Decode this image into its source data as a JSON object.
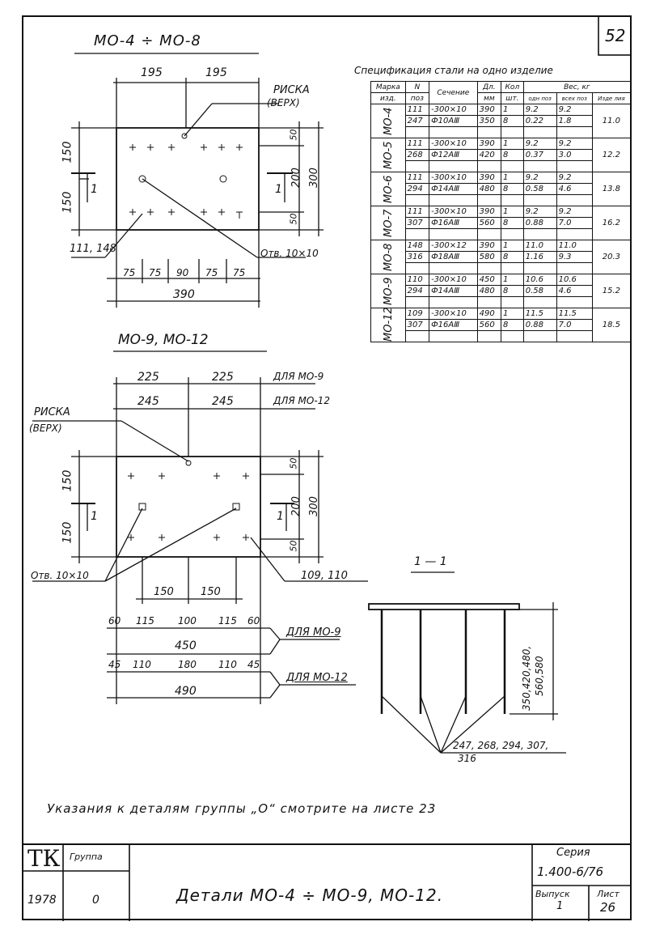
{
  "page_number": "52",
  "drawing1": {
    "title": "МО-4 ÷ МО-8",
    "dim_top_left": "195",
    "dim_top_right": "195",
    "riska": "РИСКА",
    "riska_sub": "(ВЕРХ)",
    "dim_150_top": "150",
    "dim_150_bottom": "150",
    "dim_50_top": "50",
    "dim_200": "200",
    "dim_300": "300",
    "dim_50_bottom": "50",
    "section_mark": "1",
    "section_mark_right": "1",
    "pos_label": "111, 148",
    "hole_label": "Отв. 10×10",
    "bottom_dims": [
      "75",
      "75",
      "90",
      "75",
      "75"
    ],
    "total_width": "390"
  },
  "drawing2": {
    "title": "МО-9, МО-12",
    "dim_225_left": "225",
    "dim_225_right": "225",
    "for_mo9": "ДЛЯ МО-9",
    "dim_245_left": "245",
    "dim_245_right": "245",
    "for_mo12": "ДЛЯ МО-12",
    "riska": "РИСКА",
    "riska_sub": "(ВЕРХ)",
    "dim_150_top": "150",
    "dim_150_bottom": "150",
    "dim_50_top": "50",
    "dim_200": "200",
    "dim_300": "300",
    "dim_50_bottom": "50",
    "section_mark": "1",
    "section_mark_right": "1",
    "hole_label": "Отв. 10×10",
    "pos_label": "109, 110",
    "inner_150_left": "150",
    "inner_150_right": "150",
    "row_mo9": [
      "60",
      "115",
      "100",
      "115",
      "60"
    ],
    "total_mo9": "450",
    "label_mo9": "ДЛЯ МО-9",
    "row_mo12": [
      "45",
      "110",
      "180",
      "110",
      "45"
    ],
    "total_mo12": "490",
    "label_mo12": "ДЛЯ МО-12"
  },
  "section": {
    "title": "1 — 1",
    "lengths": "350,420,480,",
    "lengths2": "560,580",
    "positions": "247, 268, 294, 307,",
    "positions2": "316"
  },
  "spec": {
    "title": "Спецификация стали на одно изделие",
    "headers": {
      "mark": "Марка",
      "mark2": "изд.",
      "n": "N",
      "n2": "поз",
      "section": "Сечение",
      "length": "Дл.",
      "length2": "мм",
      "qty": "Кол",
      "qty2": "шт.",
      "weight": "Вес, кг",
      "w_one": "одн поз",
      "w_all": "всех поз",
      "w_item": "Изде лия"
    },
    "groups": [
      {
        "mark": "МО-4",
        "total": "11.0",
        "rows": [
          {
            "pos": "111",
            "sec": "-300×10",
            "len": "390",
            "qty": "1",
            "w1": "9.2",
            "wa": "9.2"
          },
          {
            "pos": "247",
            "sec": "Ф10АⅢ",
            "len": "350",
            "qty": "8",
            "w1": "0.22",
            "wa": "1.8"
          }
        ]
      },
      {
        "mark": "МО-5",
        "total": "12.2",
        "rows": [
          {
            "pos": "111",
            "sec": "-300×10",
            "len": "390",
            "qty": "1",
            "w1": "9.2",
            "wa": "9.2"
          },
          {
            "pos": "268",
            "sec": "Ф12АⅢ",
            "len": "420",
            "qty": "8",
            "w1": "0.37",
            "wa": "3.0"
          }
        ]
      },
      {
        "mark": "МО-6",
        "total": "13.8",
        "rows": [
          {
            "pos": "111",
            "sec": "-300×10",
            "len": "390",
            "qty": "1",
            "w1": "9.2",
            "wa": "9.2"
          },
          {
            "pos": "294",
            "sec": "Ф14АⅢ",
            "len": "480",
            "qty": "8",
            "w1": "0.58",
            "wa": "4.6"
          }
        ]
      },
      {
        "mark": "МО-7",
        "total": "16.2",
        "rows": [
          {
            "pos": "111",
            "sec": "-300×10",
            "len": "390",
            "qty": "1",
            "w1": "9.2",
            "wa": "9.2"
          },
          {
            "pos": "307",
            "sec": "Ф16АⅢ",
            "len": "560",
            "qty": "8",
            "w1": "0.88",
            "wa": "7.0"
          }
        ]
      },
      {
        "mark": "МО-8",
        "total": "20.3",
        "rows": [
          {
            "pos": "148",
            "sec": "-300×12",
            "len": "390",
            "qty": "1",
            "w1": "11.0",
            "wa": "11.0"
          },
          {
            "pos": "316",
            "sec": "Ф18АⅢ",
            "len": "580",
            "qty": "8",
            "w1": "1.16",
            "wa": "9.3"
          }
        ]
      },
      {
        "mark": "МО-9",
        "total": "15.2",
        "rows": [
          {
            "pos": "110",
            "sec": "-300×10",
            "len": "450",
            "qty": "1",
            "w1": "10.6",
            "wa": "10.6"
          },
          {
            "pos": "294",
            "sec": "Ф14АⅢ",
            "len": "480",
            "qty": "8",
            "w1": "0.58",
            "wa": "4.6"
          }
        ]
      },
      {
        "mark": "МО-12",
        "total": "18.5",
        "rows": [
          {
            "pos": "109",
            "sec": "-300×10",
            "len": "490",
            "qty": "1",
            "w1": "11.5",
            "wa": "11.5"
          },
          {
            "pos": "307",
            "sec": "Ф16АⅢ",
            "len": "560",
            "qty": "8",
            "w1": "0.88",
            "wa": "7.0"
          }
        ]
      }
    ]
  },
  "note": "Указания к деталям группы „О“ смотрите на листе 23",
  "title_block": {
    "org": "ТК",
    "group_label": "Группа",
    "year": "1978",
    "group_value": "0",
    "title": "Детали МО-4 ÷ МО-9, МО-12.",
    "series_label": "Серия",
    "series_value": "1.400-6/76",
    "issue_label": "Выпуск",
    "issue_value": "1",
    "sheet_label": "Лист",
    "sheet_value": "26"
  },
  "colors": {
    "ink": "#111111",
    "paper": "#ffffff"
  }
}
